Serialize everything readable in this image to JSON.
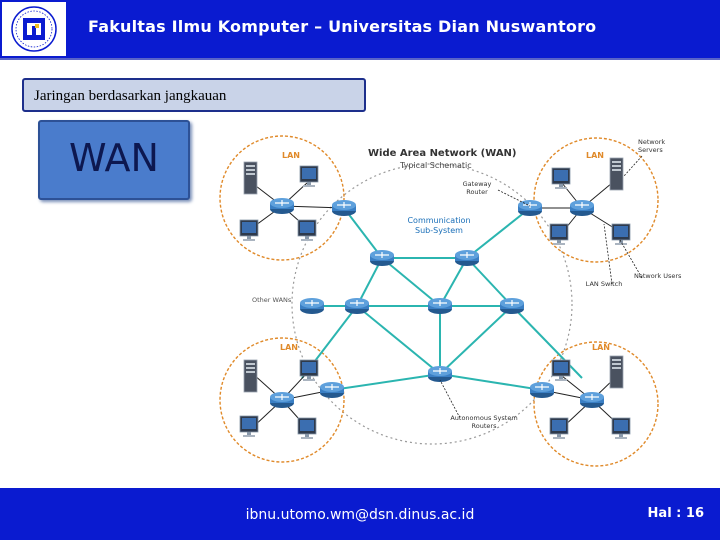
{
  "header": {
    "title": "Fakultas Ilmu Komputer – Universitas Dian Nuswantoro"
  },
  "slide": {
    "subtitle": "Jaringan berdasarkan jangkauan",
    "topic": "WAN"
  },
  "diagram": {
    "title": "Wide Area Network (WAN)",
    "subtitle": "Typical Schematic",
    "lan_label": "LAN",
    "labels": {
      "gateway": "Gateway Router",
      "comm": "Communication Sub-System",
      "servers": "Network Servers",
      "lan_switch": "LAN Switch",
      "users": "Network Users",
      "other_wans": "Other WANs",
      "autonomous": "Autonomous System Routers"
    },
    "colors": {
      "lan_border": "#e08a2a",
      "link": "#2bb5b0",
      "router": "#3a7fc4"
    }
  },
  "footer": {
    "email": "ibnu.utomo.wm@dsn.dinus.ac.id",
    "page": "Hal : 16"
  },
  "colors": {
    "bar": "#0a1bd0",
    "wan_box": "#4a7ccc",
    "subtitle_box": "#c9d3e8"
  }
}
